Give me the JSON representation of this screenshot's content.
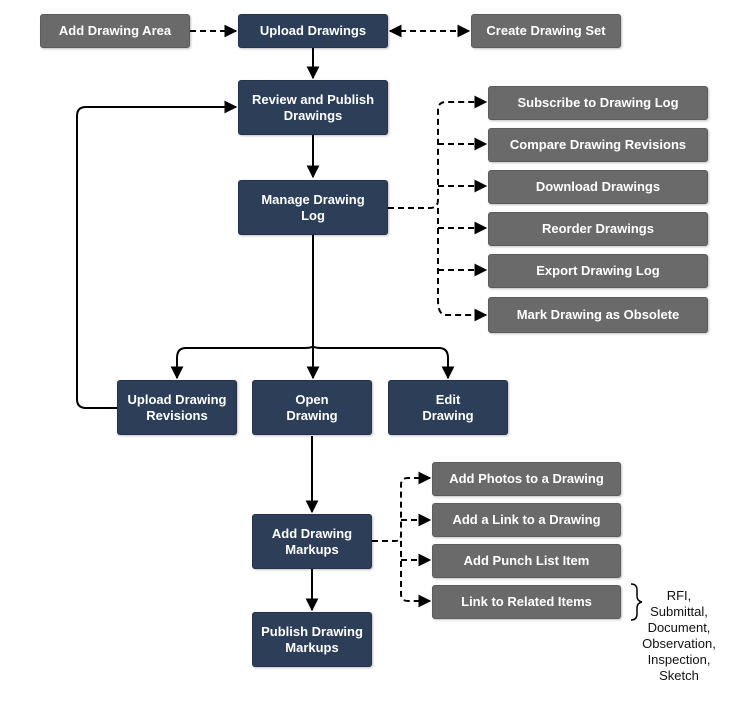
{
  "nodes": {
    "add_drawing_area": "Add Drawing Area",
    "upload_drawings": "Upload Drawings",
    "create_drawing_set": "Create Drawing Set",
    "review_publish": "Review and Publish Drawings",
    "manage_log": "Manage Drawing Log",
    "subscribe": "Subscribe to Drawing Log",
    "compare": "Compare Drawing Revisions",
    "download": "Download Drawings",
    "reorder": "Reorder Drawings",
    "export": "Export Drawing Log",
    "obsolete": "Mark Drawing as Obsolete",
    "upload_revisions": "Upload Drawing Revisions",
    "open_drawing": "Open Drawing",
    "edit_drawing": "Edit Drawing",
    "add_markups": "Add Drawing Markups",
    "publish_markups": "Publish Drawing Markups",
    "add_photos": "Add Photos to a Drawing",
    "add_link": "Add a Link to a Drawing",
    "add_punch": "Add Punch List Item",
    "link_related": "Link to Related Items"
  },
  "related_items": [
    "RFI,",
    "Submittal,",
    "Document,",
    "Observation,",
    "Inspection,",
    "Sketch"
  ],
  "colors": {
    "primary_box": "#2c3e58",
    "secondary_box": "#6a6a6a",
    "connector": "#000000",
    "background": "#ffffff"
  }
}
